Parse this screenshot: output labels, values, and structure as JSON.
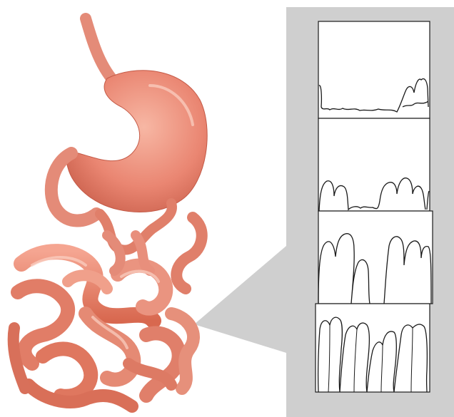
{
  "figure": {
    "organ_illustration": "stomach-and-small-intestine",
    "zoom_callout": "intestinal-villi-cross-sections",
    "panel_count": 4,
    "villi_stages": [
      {
        "stage": 1,
        "description_level": 0.12
      },
      {
        "stage": 2,
        "description_level": 0.35
      },
      {
        "stage": 3,
        "description_level": 0.72
      },
      {
        "stage": 4,
        "description_level": 0.95
      }
    ]
  },
  "colors": {
    "background": "#ffffff",
    "callout_gray": "#cfcfcf",
    "panel_fill": "#ffffff",
    "line": "#1a1a1a",
    "organ_base": "#e9826f",
    "organ_light": "#f4a894",
    "organ_dark": "#c45a47"
  }
}
